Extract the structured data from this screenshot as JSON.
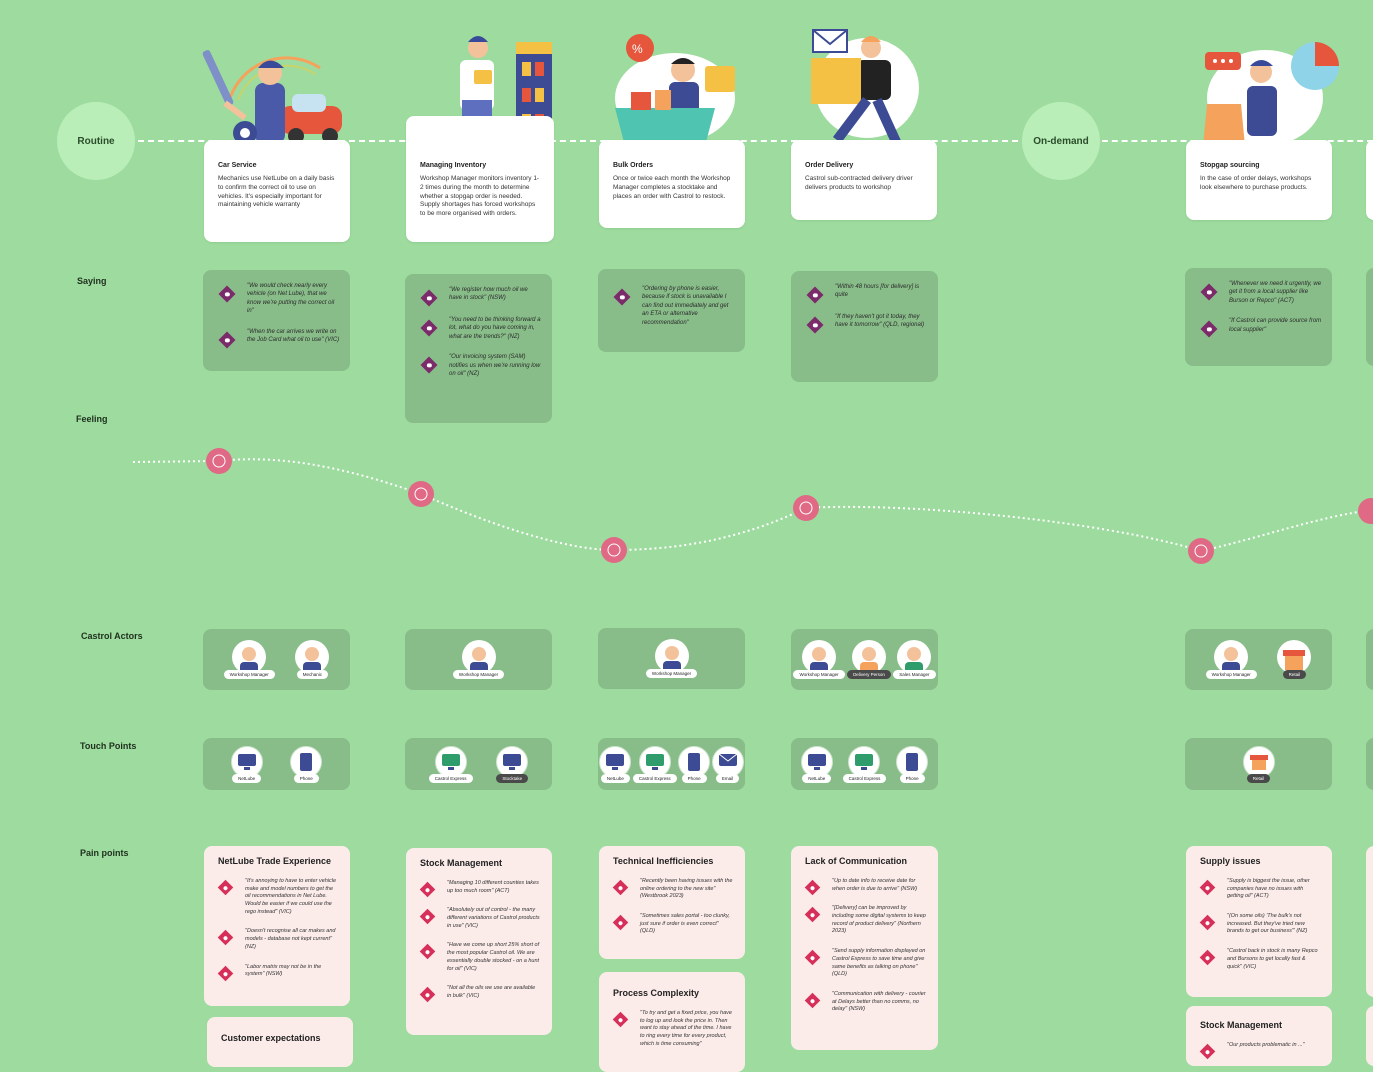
{
  "stages": {
    "routine": "Routine",
    "on_demand": "On-demand"
  },
  "row_labels": {
    "saying": "Saying",
    "feeling": "Feeling",
    "actors": "Castrol Actors",
    "touch_points": "Touch Points",
    "pain_points": "Pain points"
  },
  "steps": [
    {
      "title": "Car Service",
      "desc": "Mechanics use NetLube on a daily basis to confirm the correct oil to use on vehicles. It's especially important for maintaining vehicle warranty"
    },
    {
      "title": "Managing Inventory",
      "desc": "Workshop Manager monitors inventory 1-2 times during the month to determine whether a stopgap order is needed. Supply shortages has forced workshops to be more organised with orders."
    },
    {
      "title": "Bulk Orders",
      "desc": "Once or twice each month the Workshop Manager completes a stocktake and places an order with Castrol to restock."
    },
    {
      "title": "Order Delivery",
      "desc": "Castrol sub-contracted delivery driver delivers products to workshop"
    },
    {
      "title": "Stopgap sourcing",
      "desc": "In the case of order delays, workshops look elsewhere to purchase products."
    }
  ],
  "sayings": [
    [
      "\"We would check nearly every vehicle (on Net Lube), that we know we're putting the correct oil in\"",
      "\"When the car arrives we write on the Job Card what oil to use\" (VIC)"
    ],
    [
      "\"We register how much oil we have in stock\" (NSW)",
      "\"You need to be thinking forward a lot, what do you have coming in, what are the trends?\" (NZ)",
      "\"Our invoicing system (SAM) notifies us when we're running low on oil\" (NZ)"
    ],
    [
      "\"Ordering by phone is easier, because if stock is unavailable I can find out immediately and get an ETA or alternative recommendation\""
    ],
    [
      "\"Within 48 hours [for delivery] is quite",
      "\"If they haven't got it today, they have it tomorrow\" (QLD, regional)"
    ],
    [
      "\"Whenever we need it urgently, we get it from a local supplier like Burson or Repco\" (ACT)",
      "\"If Castrol can provide source from local supplier\""
    ]
  ],
  "actors": [
    [
      {
        "label": "Workshop Manager",
        "dark": false
      },
      {
        "label": "Mechanic",
        "dark": false
      }
    ],
    [
      {
        "label": "Workshop Manager",
        "dark": false
      }
    ],
    [
      {
        "label": "Workshop Manager",
        "dark": false
      }
    ],
    [
      {
        "label": "Workshop Manager",
        "dark": false
      },
      {
        "label": "Delivery Person",
        "dark": true
      },
      {
        "label": "Sales Manager",
        "dark": false
      }
    ],
    [
      {
        "label": "Workshop Manager",
        "dark": false
      },
      {
        "label": "Retail",
        "dark": true
      }
    ]
  ],
  "touch_points": [
    [
      {
        "label": "NetLube",
        "dark": false
      },
      {
        "label": "Phone",
        "dark": false
      }
    ],
    [
      {
        "label": "Castrol Express",
        "dark": false
      },
      {
        "label": "Stocktake",
        "dark": true
      }
    ],
    [
      {
        "label": "NetLube",
        "dark": false
      },
      {
        "label": "Castrol Express",
        "dark": false
      },
      {
        "label": "Phone",
        "dark": false
      },
      {
        "label": "Email",
        "dark": false
      }
    ],
    [
      {
        "label": "NetLube",
        "dark": false
      },
      {
        "label": "Castrol Express",
        "dark": false
      },
      {
        "label": "Phone",
        "dark": false
      }
    ],
    [
      {
        "label": "Retail",
        "dark": true
      }
    ]
  ],
  "pain_cards": [
    {
      "title": "NetLube Trade Experience",
      "items": [
        "\"It's annoying to have to enter vehicle make and model numbers to get the oil recommendations in Net Lube. Would be easier if we could use the rego instead\" (VIC)",
        "\"Doesn't recognise all car makes and models - database not kept current\" (NZ)",
        "\"Labor matrix may not be in the system\" (NSW)"
      ]
    },
    {
      "title": "Customer expectations",
      "items": []
    },
    {
      "title": "Stock Management",
      "items": [
        "\"Managing 10 different counties takes up too much room\" (ACT)",
        "\"Absolutely out of control - the many different variations of Castrol products in use\" (VIC)",
        "\"Have we come up short 25% short of the most popular Castrol oil. We are essentially double stocked - on a hunt for oil\" (VIC)",
        "\"Not all the oils we use are available in bulk\" (VIC)"
      ]
    },
    {
      "title": "Technical Inefficiencies",
      "items": [
        "\"Recently been having issues with the online ordering to the new site\" (Westbrook 2023)",
        "\"Sometimes sales portal - too clunky, just sure if order is even correct\" (QLD)"
      ]
    },
    {
      "title": "Process Complexity",
      "items": [
        "\"To try and get a fixed price, you have to log up and look the price in. Then want to stay ahead of the time. I have to ring every time for every product, which is time consuming\""
      ]
    },
    {
      "title": "Lack of Communication",
      "items": [
        "\"Up to date info to receive date for when order is due to arrive\" (NSW)",
        "\"[Delivery] can be improved by including some digital systems to keep record of product delivery\" (Northern 2023)",
        "\"Send supply information displayed on Castrol Express to save time and give same benefits as talking on phone\" (QLD)",
        "\"Communication with delivery - courier at Delays better than no comms, no delay\" (NSW)"
      ]
    },
    {
      "title": "Supply issues",
      "items": [
        "\"Supply is biggest the issue, other companies have no issues with getting oil\" (ACT)",
        "\"(On some oils) 'The bulk's not increased. But they've tried new brands to get our business'\" (NZ)",
        "\"Castrol back in stock is many Repco and Bursons to get locally fast & quick\" (VIC)"
      ]
    },
    {
      "title": "Stock Management",
      "items": [
        "\"Our products problematic in ...\""
      ]
    }
  ],
  "colors": {
    "background": "#9ddc9e",
    "card_green": "#88bd89",
    "pain_bg": "#fbecea",
    "feeling_dot": "#e06a86",
    "quote_diamond": "#7b2a6a",
    "pain_diamond": "#d6305a"
  }
}
